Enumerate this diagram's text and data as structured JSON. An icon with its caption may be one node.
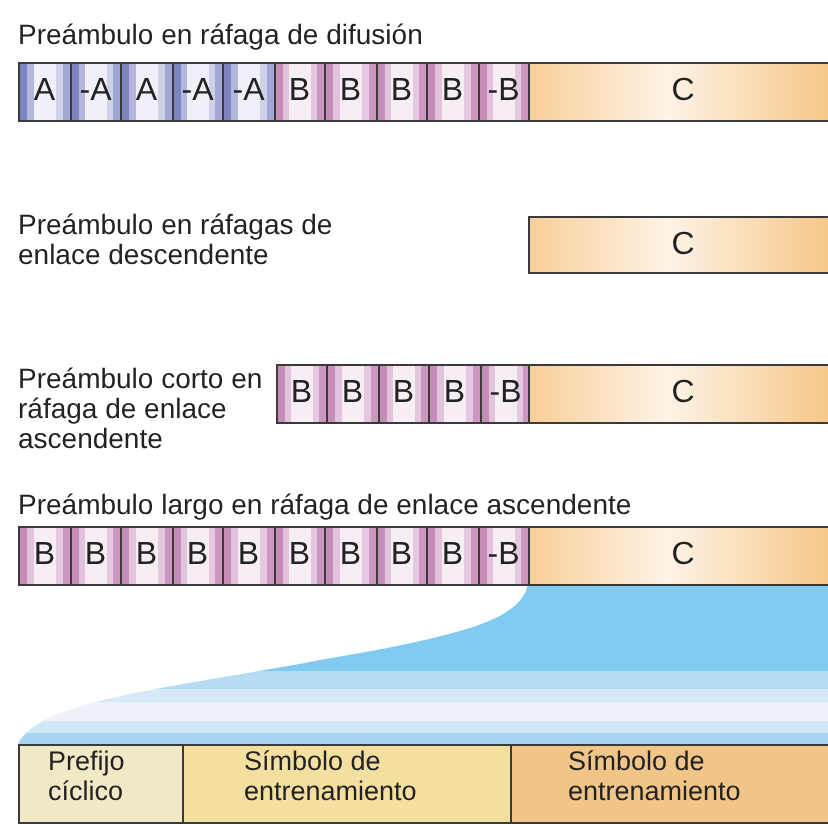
{
  "diagram": {
    "nodes": [
      {
        "text": [
          "A"
        ]
      },
      {
        "text": [
          "-A"
        ]
      },
      {
        "text": [
          "A"
        ]
      },
      {
        "text": [
          "-A"
        ]
      },
      {
        "text": [
          "-A"
        ]
      },
      {
        "text": [
          "B"
        ]
      },
      {
        "text": [
          "B"
        ]
      },
      {
        "text": [
          "B"
        ]
      },
      {
        "text": [
          "B"
        ]
      },
      {
        "text": [
          "-B"
        ]
      },
      {
        "text": [
          "C"
        ]
      },
      {
        "text": [
          "C"
        ]
      },
      {
        "text": [
          "B"
        ]
      },
      {
        "text": [
          "B"
        ]
      },
      {
        "text": [
          "B"
        ]
      },
      {
        "text": [
          "B"
        ]
      },
      {
        "text": [
          "-B"
        ]
      },
      {
        "text": [
          "C"
        ]
      },
      {
        "text": [
          "B"
        ]
      },
      {
        "text": [
          "B"
        ]
      },
      {
        "text": [
          "B"
        ]
      },
      {
        "text": [
          "B"
        ]
      },
      {
        "text": [
          "B"
        ]
      },
      {
        "text": [
          "B"
        ]
      },
      {
        "text": [
          "B"
        ]
      },
      {
        "text": [
          "B"
        ]
      },
      {
        "text": [
          "B"
        ]
      },
      {
        "text": [
          "-B"
        ]
      },
      {
        "text": [
          "C"
        ]
      },
      {
        "text": [],
        "shape": "band"
      },
      {
        "text": [
          "Prefijo cíclico"
        ]
      },
      {
        "text": [
          "Símbolo de entrenamiento"
        ]
      },
      {
        "text": [
          "Símbolo de entrenamiento"
        ]
      }
    ],
    "labels": [
      "Preámbulo en ráfaga de difusión",
      "Preámbulo en ráfagas de enlace descendente",
      "Preámbulo corto en ráfaga de enlace ascendente",
      "Preámbulo largo en ráfaga de enlace ascendente"
    ]
  }
}
